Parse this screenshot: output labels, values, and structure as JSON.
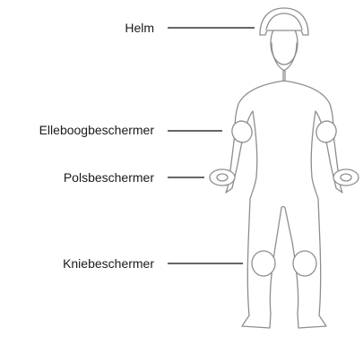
{
  "labels": {
    "helmet": "Helm",
    "elbow_pads": "Elleboogbeschermer",
    "wrist_guards": "Polsbeschermer",
    "knee_pads": "Kniebeschermer"
  },
  "colors": {
    "outline": "#8e8e8e",
    "leader_line": "#333333",
    "text": "#1a1a1a",
    "background": "#ffffff"
  }
}
